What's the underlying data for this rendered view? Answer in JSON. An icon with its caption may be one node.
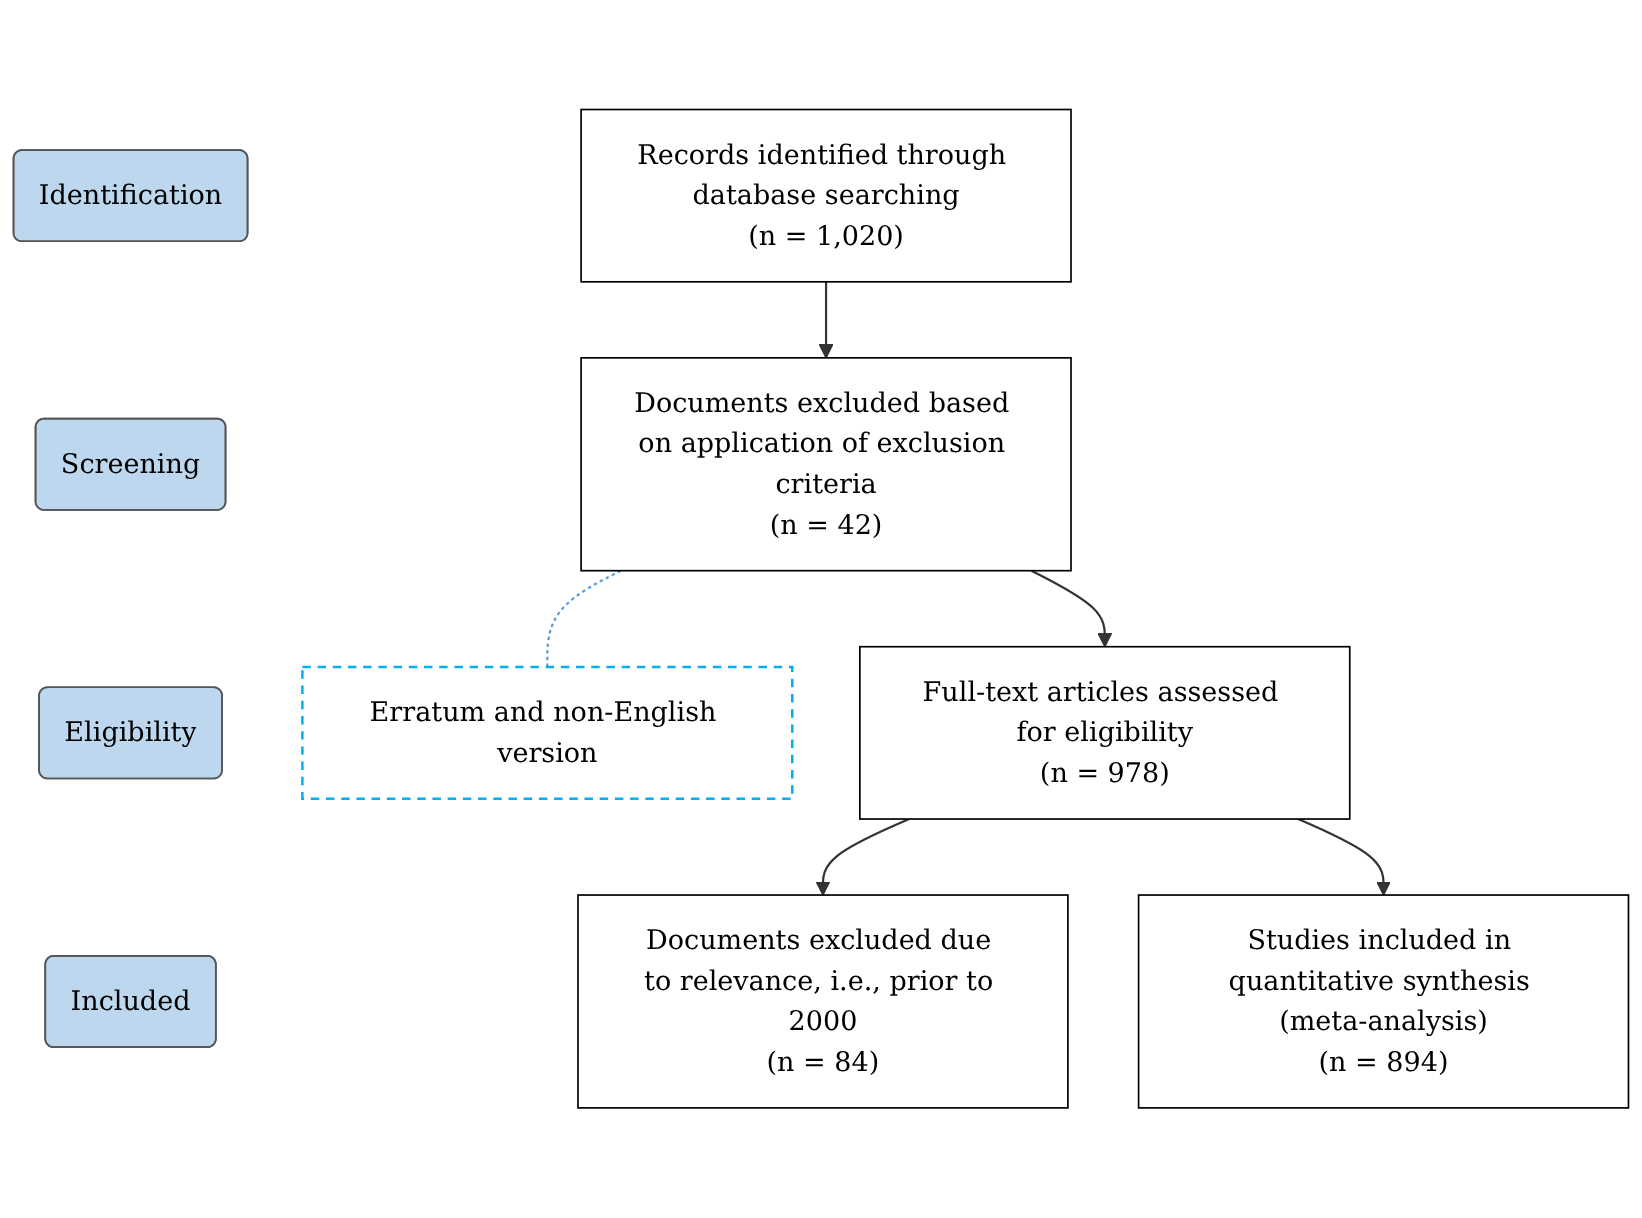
{
  "diagram": {
    "nodes": [
      {
        "text": [
          "Identification"
        ]
      },
      {
        "text": [
          "Records identified through database searching",
          "(n = 1,020)"
        ]
      },
      {
        "text": [
          "Screening"
        ]
      },
      {
        "text": [
          "Documents excluded based on application of exclusion criteria",
          "(n = 42)"
        ]
      },
      {
        "text": [
          "Erratum and non-English version"
        ]
      },
      {
        "text": [
          "Eligibility"
        ]
      },
      {
        "text": [
          "Full-text articles assessed for eligibility",
          "(n = 978)"
        ]
      },
      {
        "text": [
          "Documents excluded due to relevance, i.e., prior to 2000",
          "(n = 84)"
        ]
      },
      {
        "text": [
          "Included"
        ]
      },
      {
        "text": [
          "Studies included in quantitative synthesis (meta-analysis)",
          "(n = 894)"
        ]
      }
    ],
    "edges": [
      {
        "from": 1,
        "to": 3,
        "arrow": "to"
      },
      {
        "from": 3,
        "to": 4,
        "arrow": "none",
        "style": "dashed",
        "color": "#5b9bd5"
      },
      {
        "from": 3,
        "to": 6,
        "arrow": "to"
      },
      {
        "from": 6,
        "to": 7,
        "arrow": "to"
      },
      {
        "from": 6,
        "to": 9,
        "arrow": "to"
      }
    ]
  }
}
